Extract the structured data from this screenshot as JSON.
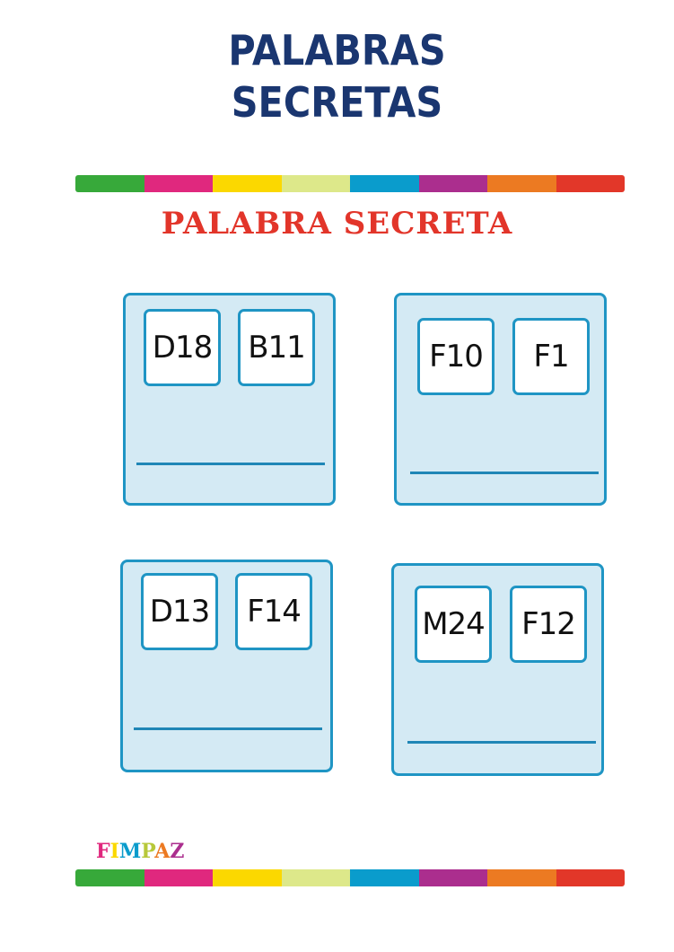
{
  "title": {
    "line1": "PALABRAS",
    "line2": "SECRETAS"
  },
  "subtitle": "PALABRA SECRETA",
  "color_bar": [
    "#37a93a",
    "#e0287e",
    "#fbd800",
    "#dde88a",
    "#0a9ccc",
    "#ab2e8e",
    "#ec7a22",
    "#e23729"
  ],
  "cards": [
    {
      "codes": [
        "D18",
        "B11"
      ],
      "answer": ""
    },
    {
      "codes": [
        "F10",
        "F1"
      ],
      "answer": ""
    },
    {
      "codes": [
        "D13",
        "F14"
      ],
      "answer": ""
    },
    {
      "codes": [
        "M24",
        "F12"
      ],
      "answer": ""
    }
  ],
  "brand": {
    "letters": [
      {
        "char": "F",
        "color": "#e0287e"
      },
      {
        "char": "I",
        "color": "#fbd800"
      },
      {
        "char": "M",
        "color": "#0a9ccc"
      },
      {
        "char": "P",
        "color": "#b7c83a"
      },
      {
        "char": "A",
        "color": "#ec7a22"
      },
      {
        "char": "Z",
        "color": "#ab2e8e"
      }
    ]
  }
}
